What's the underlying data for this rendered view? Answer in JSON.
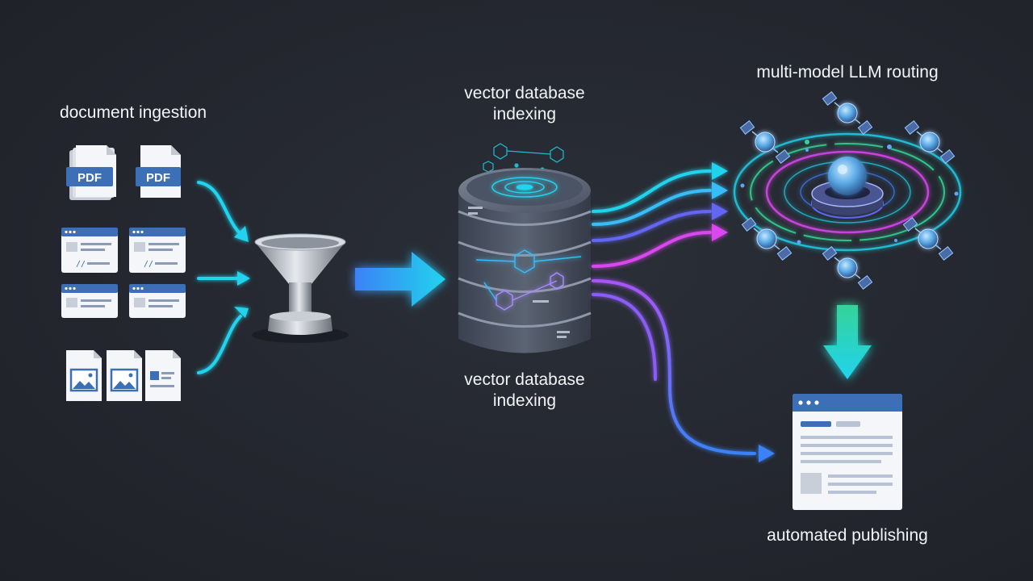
{
  "stages": {
    "ingestion": {
      "label": "document ingestion"
    },
    "indexing_top": {
      "label_line1": "vector database",
      "label_line2": "indexing"
    },
    "indexing_bottom": {
      "label_line1": "vector database",
      "label_line2": "indexing"
    },
    "routing": {
      "label": "multi-model LLM routing"
    },
    "publishing": {
      "label": "automated publishing"
    }
  },
  "documents": {
    "pdf_badge_1": "PDF",
    "pdf_badge_2": "PDF"
  },
  "colors": {
    "background": "#24272f",
    "cyan": "#22d3ee",
    "blue": "#3b82f6",
    "violet": "#8b5cf6",
    "magenta": "#d946ef",
    "green": "#34d399",
    "doc_blue": "#3d6fb6"
  },
  "icons": [
    "pdf-file-icon",
    "web-page-icon",
    "image-file-icon",
    "funnel-icon",
    "database-icon",
    "llm-satellite-icon",
    "publish-window-icon"
  ]
}
